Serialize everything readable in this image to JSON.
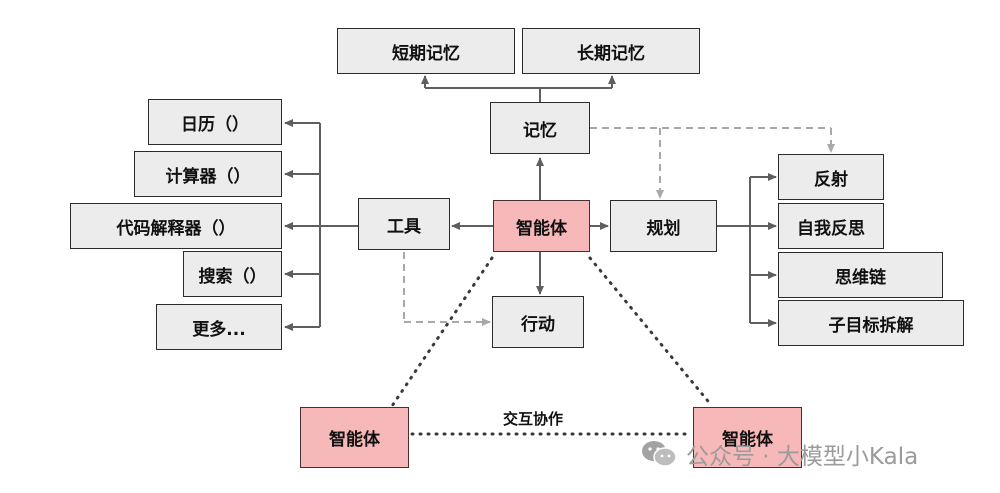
{
  "center": {
    "label": "智能体"
  },
  "memory": {
    "label": "记忆",
    "children": {
      "short_term": "短期记忆",
      "long_term": "长期记忆"
    }
  },
  "tools": {
    "label": "工具",
    "items": [
      "日历（）",
      "计算器（）",
      "代码解释器（）",
      "搜索（）",
      "更多..."
    ]
  },
  "planning": {
    "label": "规划",
    "items": [
      "反射",
      "自我反思",
      "思维链",
      "子目标拆解"
    ]
  },
  "action": {
    "label": "行动"
  },
  "collaboration": {
    "label": "交互协作",
    "agent_left": "智能体",
    "agent_right": "智能体"
  },
  "watermark": {
    "text": "公众号 · 大模型小Kala",
    "icon": "wechat-icon"
  },
  "colors": {
    "agent_fill": "#f6b8b8",
    "node_fill": "#ececec",
    "solid_edge": "#5f5f5f",
    "dashed_edge": "#a9a9a9"
  }
}
